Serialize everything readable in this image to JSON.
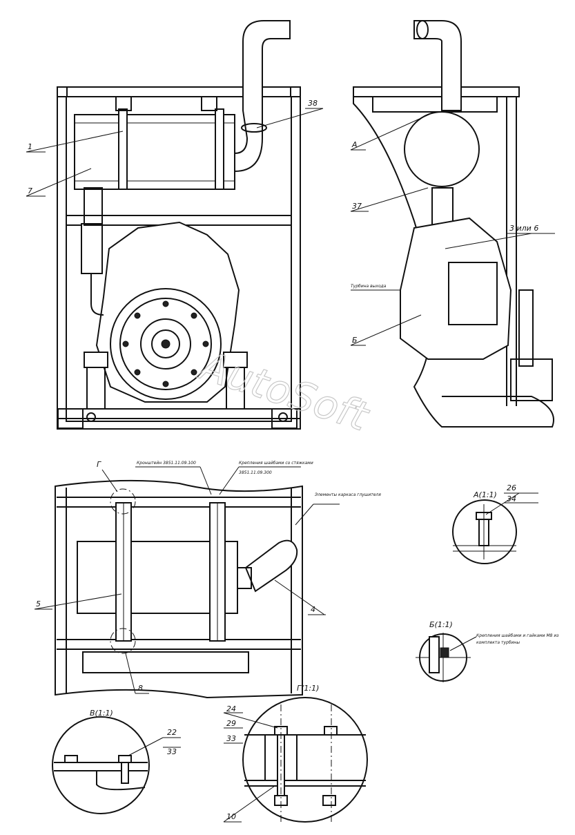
{
  "watermark": "AutoSoft",
  "callouts": {
    "c1": "1",
    "c7": "7",
    "c38": "38",
    "cA": "А",
    "c37": "37",
    "c3or6": "3 или 6",
    "cB": "Б",
    "c5": "5",
    "c4": "4",
    "c8": "8",
    "cG": "Г",
    "c26": "26",
    "c34": "34",
    "c22": "22",
    "c33a": "33",
    "c24": "24",
    "c29": "29",
    "c33b": "33",
    "c10": "10"
  },
  "notes": {
    "turbo": "Турбина выхода",
    "kronshtein": "Кронштейн 3851.11.09.100",
    "krepl1": "Крепления шайбами со стяжками",
    "krepl2": "3851.11.09.300",
    "rama": "Элементы каркаса глушителя",
    "krepl_b1": "Крепления шайбами и гайками М8 из",
    "krepl_b2": "комплекта турбины"
  },
  "views": {
    "A": "А(1:1)",
    "B": "Б(1:1)",
    "V": "В(1:1)",
    "G": "Г(1:1)"
  }
}
